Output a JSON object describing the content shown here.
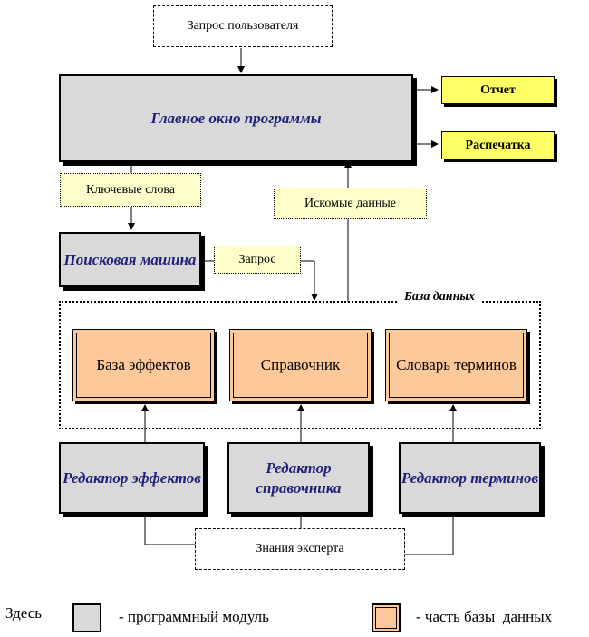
{
  "inputs": {
    "user_request": "Запрос пользователя",
    "keywords": "Ключевые слова",
    "query": "Запрос",
    "found_data": "Искомые данные",
    "expert_knowledge": "Знания эксперта"
  },
  "main_window": "Главное окно программы",
  "outputs": {
    "report": "Отчет",
    "printout": "Распечатка"
  },
  "search_engine": "Поисковая машина",
  "database": {
    "title": "База данных",
    "parts": [
      "База эффектов",
      "Справочник",
      "Словарь терминов"
    ]
  },
  "editors": [
    "Редактор эффектов",
    "Редактор справочника",
    "Редактор терминов"
  ],
  "legend": {
    "here": "Здесь",
    "module": "- программный модуль",
    "db_part": "- часть базы  данных"
  },
  "colors": {
    "module_fill": "#d9d9d9",
    "module_text": "#1f1f7a",
    "db_part_fill": "#fdc99a",
    "output_fill": "#ffff66",
    "note_fill": "#ffffcc"
  }
}
